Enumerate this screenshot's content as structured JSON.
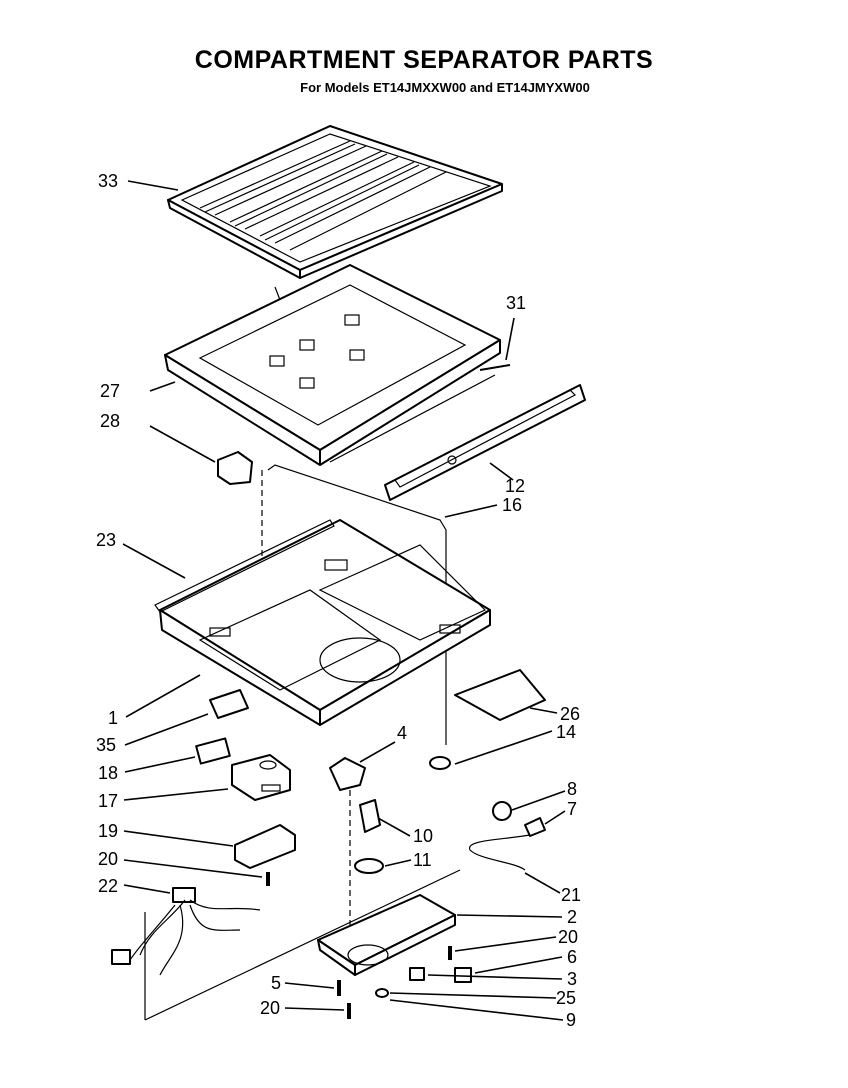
{
  "title": "COMPARTMENT SEPARATOR PARTS",
  "subtitle": "For Models ET14JMXXW00 and ET14JMYXW00",
  "callouts": [
    {
      "id": "c33",
      "text": "33"
    },
    {
      "id": "c31",
      "text": "31"
    },
    {
      "id": "c27",
      "text": "27"
    },
    {
      "id": "c28",
      "text": "28"
    },
    {
      "id": "c12",
      "text": "12"
    },
    {
      "id": "c16",
      "text": "16"
    },
    {
      "id": "c23",
      "text": "23"
    },
    {
      "id": "c1",
      "text": "1"
    },
    {
      "id": "c26",
      "text": "26"
    },
    {
      "id": "c35",
      "text": "35"
    },
    {
      "id": "c4",
      "text": "4"
    },
    {
      "id": "c14",
      "text": "14"
    },
    {
      "id": "c18",
      "text": "18"
    },
    {
      "id": "c8",
      "text": "8"
    },
    {
      "id": "c7",
      "text": "7"
    },
    {
      "id": "c17",
      "text": "17"
    },
    {
      "id": "c10",
      "text": "10"
    },
    {
      "id": "c19",
      "text": "19"
    },
    {
      "id": "c11",
      "text": "11"
    },
    {
      "id": "c20a",
      "text": "20"
    },
    {
      "id": "c21",
      "text": "21"
    },
    {
      "id": "c22",
      "text": "22"
    },
    {
      "id": "c2",
      "text": "2"
    },
    {
      "id": "c20b",
      "text": "20"
    },
    {
      "id": "c6",
      "text": "6"
    },
    {
      "id": "c5",
      "text": "5"
    },
    {
      "id": "c3",
      "text": "3"
    },
    {
      "id": "c25",
      "text": "25"
    },
    {
      "id": "c20c",
      "text": "20"
    },
    {
      "id": "c9",
      "text": "9"
    }
  ]
}
